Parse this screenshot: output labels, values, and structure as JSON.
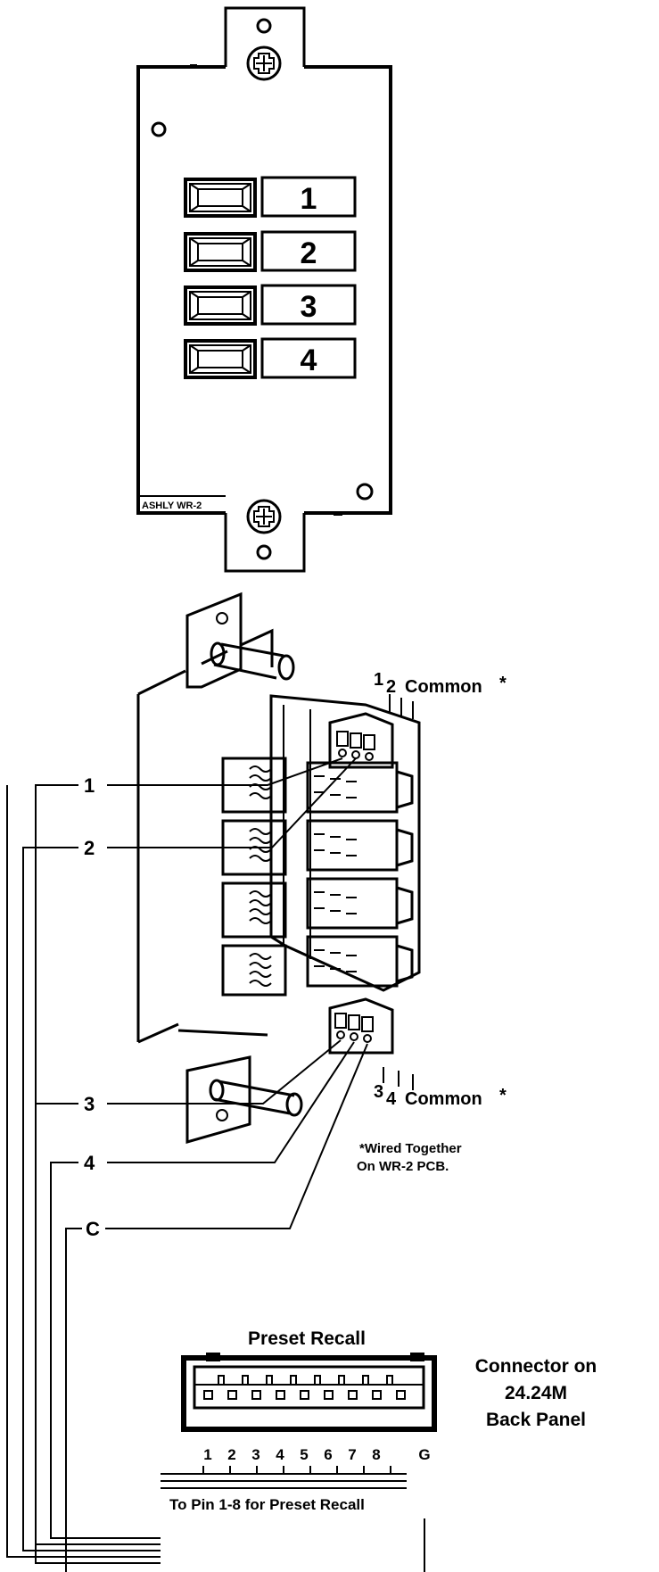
{
  "front_panel": {
    "button_labels": [
      "1",
      "2",
      "3",
      "4"
    ],
    "model_label": "ASHLY WR-2"
  },
  "wiring": {
    "wire_labels": [
      "1",
      "2",
      "3",
      "4",
      "C"
    ],
    "top_terminal": {
      "pin_a": "1",
      "pin_b": "2",
      "common": "Common",
      "asterisk": "*"
    },
    "bottom_terminal": {
      "pin_a": "3",
      "pin_b": "4",
      "common": "Common",
      "asterisk": "*"
    },
    "note_line1": "*Wired Together",
    "note_line2": "On WR-2 PCB."
  },
  "connector": {
    "title": "Preset Recall",
    "side_label_lines": [
      "Connector on",
      "24.24M",
      "Back Panel"
    ],
    "pin_labels": [
      "1",
      "2",
      "3",
      "4",
      "5",
      "6",
      "7",
      "8",
      "G"
    ],
    "bottom_caption": "To Pin 1-8 for Preset Recall"
  }
}
